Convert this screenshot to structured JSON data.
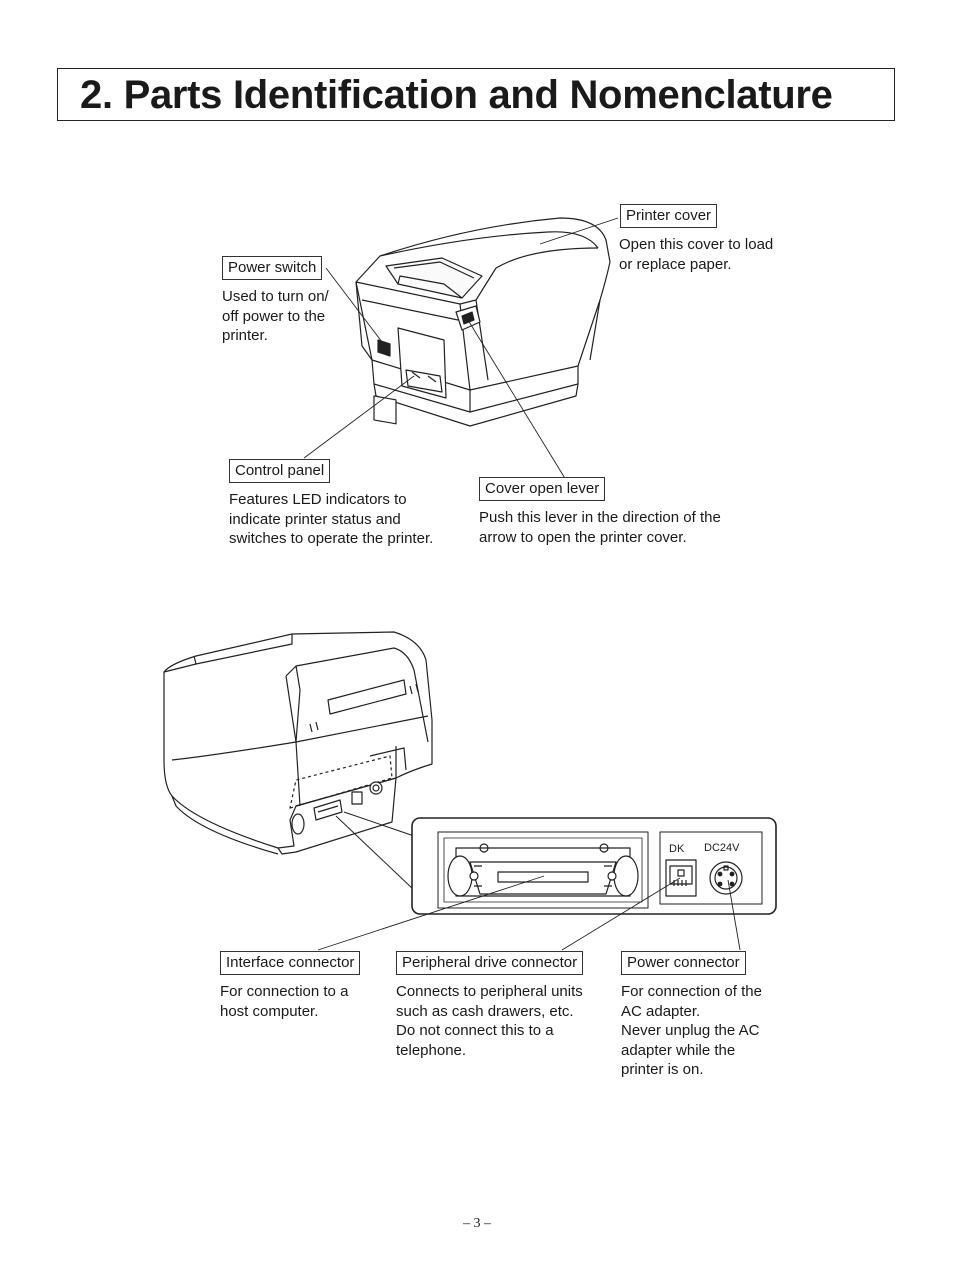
{
  "title": "2. Parts Identification and Nomenclature",
  "parts_front": {
    "printer_cover": {
      "label": "Printer cover",
      "desc": [
        "Open this cover to load",
        "or replace paper."
      ]
    },
    "power_switch": {
      "label": "Power switch",
      "desc": [
        "Used to turn on/",
        "off power to the",
        "printer."
      ]
    },
    "control_panel": {
      "label": "Control panel",
      "desc": [
        "Features LED indicators to",
        "indicate printer status and",
        "switches to operate the printer."
      ]
    },
    "cover_open_lever": {
      "label": "Cover open lever",
      "desc": [
        "Push this lever in the direction of the",
        "arrow to open the printer cover."
      ]
    }
  },
  "parts_rear": {
    "interface_connector": {
      "label": "Interface connector",
      "desc": [
        "For connection to a",
        "host computer."
      ]
    },
    "peripheral_drive_connector": {
      "label": "Peripheral drive connector",
      "desc": [
        "Connects to peripheral units",
        "such as cash drawers, etc.",
        "Do not connect this to a",
        "telephone."
      ]
    },
    "power_connector": {
      "label": "Power connector",
      "desc": [
        "For connection of the",
        "AC adapter.",
        "Never unplug the AC",
        "adapter while the",
        "printer is on."
      ]
    }
  },
  "panel_labels": {
    "dk": "DK",
    "dc24v": "DC24V"
  },
  "page_number": "– 3 –"
}
